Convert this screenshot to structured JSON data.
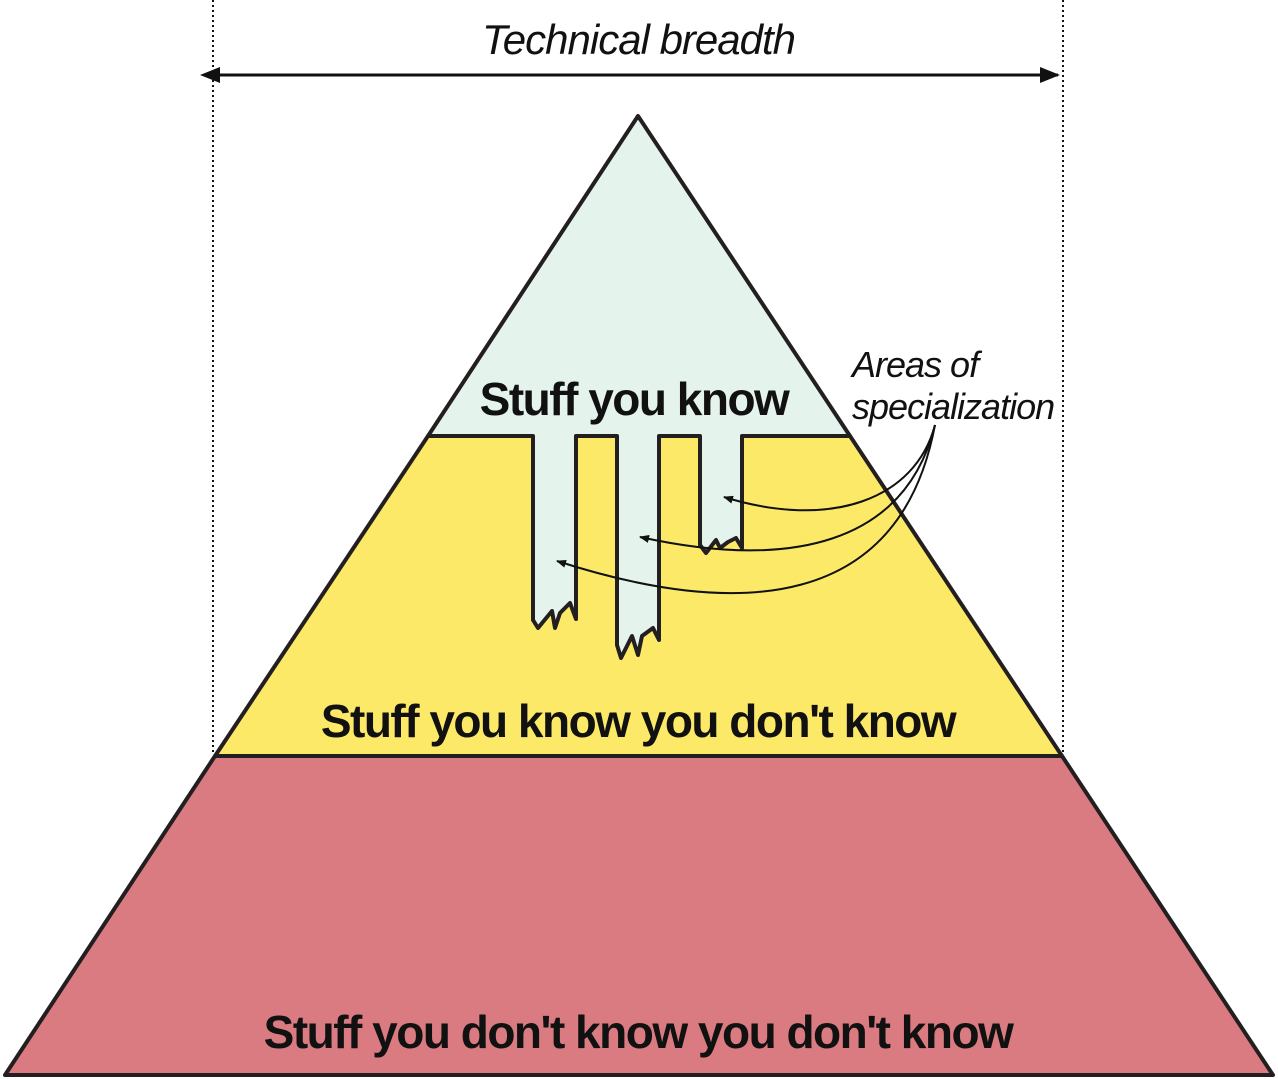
{
  "title": "Technical breadth",
  "layers": [
    {
      "label": "Stuff you know",
      "color": "#e4f3ec"
    },
    {
      "label": "Stuff you know you don't know",
      "color": "#fde968"
    },
    {
      "label": "Stuff you don't know you don't know",
      "color": "#d97b81"
    }
  ],
  "annotation": {
    "line1": "Areas of",
    "line2": "specialization"
  },
  "colors": {
    "stroke": "#231f20"
  }
}
